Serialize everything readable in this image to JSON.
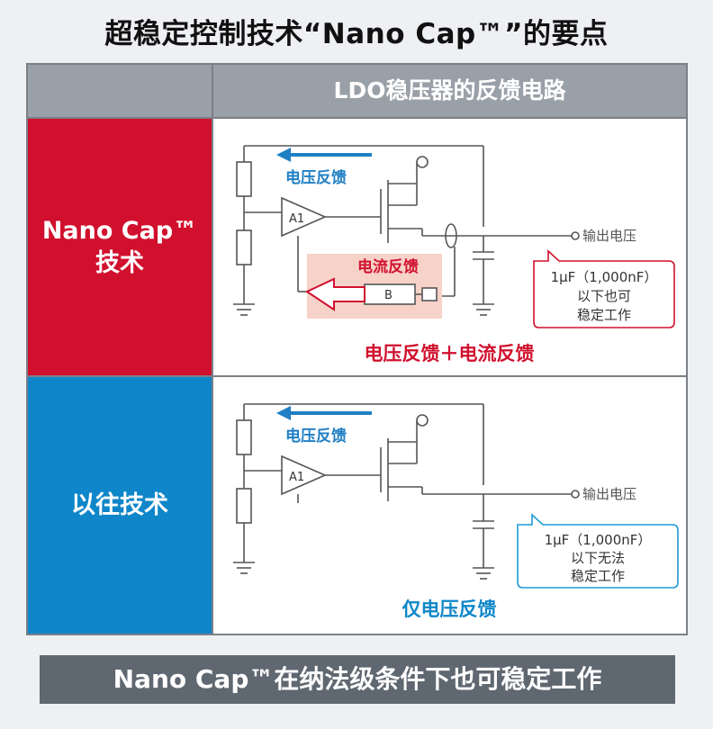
{
  "title": "超稳定控制技术“Nano Cap™”的要点",
  "header": {
    "column_title": "LDO稳压器的反馈电路"
  },
  "rows": [
    {
      "label_line1": "Nano Cap™",
      "label_line2": "技术",
      "color": "#d1102e",
      "voltage_feedback": "电压反馈",
      "current_feedback": "电流反馈",
      "amp_label": "A1",
      "block_label": "B",
      "output_label": "输出电压",
      "callout_line1": "1μF（1,000nF）",
      "callout_line2": "以下也可",
      "callout_line3": "稳定工作",
      "caption": "电压反馈＋电流反馈"
    },
    {
      "label_line1": "以往技术",
      "color": "#0e86c9",
      "voltage_feedback": "电压反馈",
      "amp_label": "A1",
      "output_label": "输出电压",
      "callout_line1": "1μF（1,000nF）",
      "callout_line2": "以下无法",
      "callout_line3": "稳定工作",
      "caption": "仅电压反馈"
    }
  ],
  "footer": "Nano Cap™在纳法级条件下也可稳定工作"
}
